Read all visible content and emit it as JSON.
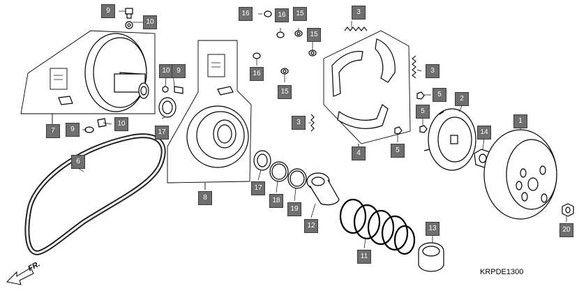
{
  "diagram": {
    "code": "KRPDE1300",
    "direction_label": "FR.",
    "callouts": [
      {
        "id": "c1",
        "label": "1"
      },
      {
        "id": "c2",
        "label": "2"
      },
      {
        "id": "c3a",
        "label": "3"
      },
      {
        "id": "c3b",
        "label": "3"
      },
      {
        "id": "c3c",
        "label": "3"
      },
      {
        "id": "c4",
        "label": "4"
      },
      {
        "id": "c5a",
        "label": "5"
      },
      {
        "id": "c5b",
        "label": "5"
      },
      {
        "id": "c5c",
        "label": "5"
      },
      {
        "id": "c6",
        "label": "6"
      },
      {
        "id": "c7",
        "label": "7"
      },
      {
        "id": "c8",
        "label": "8"
      },
      {
        "id": "c9a",
        "label": "9"
      },
      {
        "id": "c9b",
        "label": "9"
      },
      {
        "id": "c9c",
        "label": "9"
      },
      {
        "id": "c10a",
        "label": "10"
      },
      {
        "id": "c10b",
        "label": "10"
      },
      {
        "id": "c10c",
        "label": "10"
      },
      {
        "id": "c11",
        "label": "11"
      },
      {
        "id": "c12",
        "label": "12"
      },
      {
        "id": "c13",
        "label": "13"
      },
      {
        "id": "c14",
        "label": "14"
      },
      {
        "id": "c15a",
        "label": "15"
      },
      {
        "id": "c15b",
        "label": "15"
      },
      {
        "id": "c15c",
        "label": "15"
      },
      {
        "id": "c16a",
        "label": "16"
      },
      {
        "id": "c16b",
        "label": "16"
      },
      {
        "id": "c16c",
        "label": "16"
      },
      {
        "id": "c17a",
        "label": "17"
      },
      {
        "id": "c17b",
        "label": "17"
      },
      {
        "id": "c18",
        "label": "18"
      },
      {
        "id": "c19",
        "label": "19"
      },
      {
        "id": "c20",
        "label": "20"
      }
    ]
  }
}
